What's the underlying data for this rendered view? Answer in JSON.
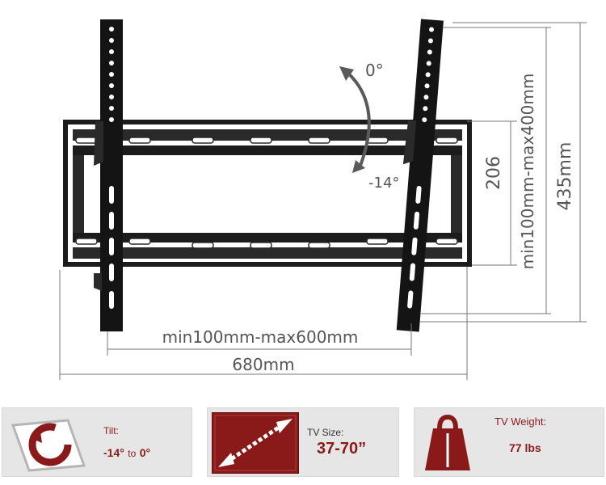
{
  "diagram": {
    "tilt_top_label": "0°",
    "tilt_bottom_label": "-14°",
    "vesa_width_label": "min100mm-max600mm",
    "overall_width_label": "680mm",
    "inner_height_label": "206",
    "vesa_height_label": "min100mm-max400mm",
    "overall_height_label": "435mm"
  },
  "specs": {
    "tilt": {
      "label": "Tilt:",
      "from": "-14°",
      "to_word": "to",
      "to": "0°"
    },
    "tv_size": {
      "label": "TV Size:",
      "value": "37-70”"
    },
    "weight": {
      "label": "TV Weight:",
      "value": "77 lbs"
    }
  },
  "colors": {
    "accent": "#8a1a1a",
    "panel": "#e6e6e6",
    "drawing": "#1a1a1a"
  }
}
